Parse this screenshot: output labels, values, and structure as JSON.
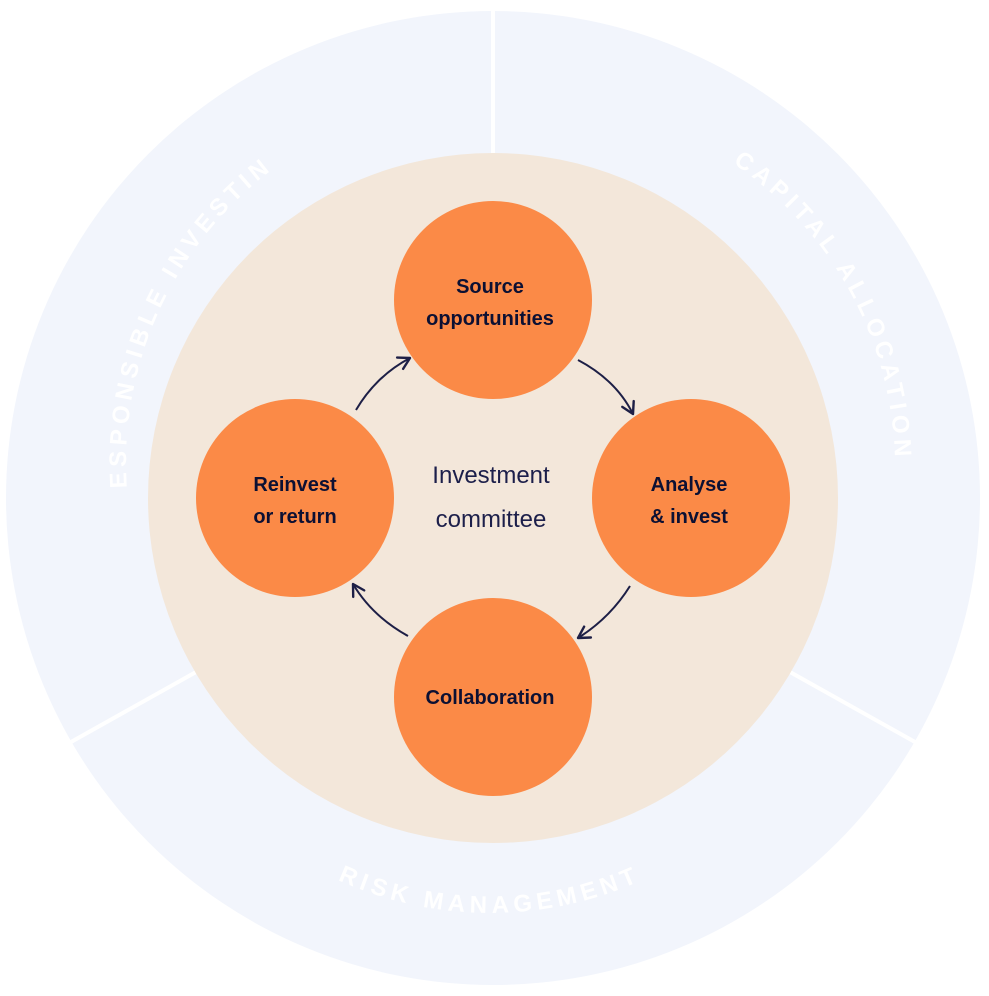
{
  "colors": {
    "outer_ring": "#f2f5fc",
    "inner_disc": "#f3e7da",
    "step_circle": "#fb8a47",
    "arrow": "#1d1f46",
    "text_dark": "#0c1033"
  },
  "center": {
    "line1": "Investment",
    "line2": "committee"
  },
  "ring_sections": [
    {
      "label": "RESPONSIBLE INVESTING"
    },
    {
      "label": "CAPITAL ALLOCATION"
    },
    {
      "label": "RISK MANAGEMENT"
    }
  ],
  "steps": [
    {
      "id": "source",
      "line1": "Source",
      "line2": "opportunities"
    },
    {
      "id": "analyse",
      "line1": "Analyse",
      "line2": "& invest"
    },
    {
      "id": "collaboration",
      "line1": "Collaboration",
      "line2": ""
    },
    {
      "id": "reinvest",
      "line1": "Reinvest",
      "line2": "or return"
    }
  ]
}
